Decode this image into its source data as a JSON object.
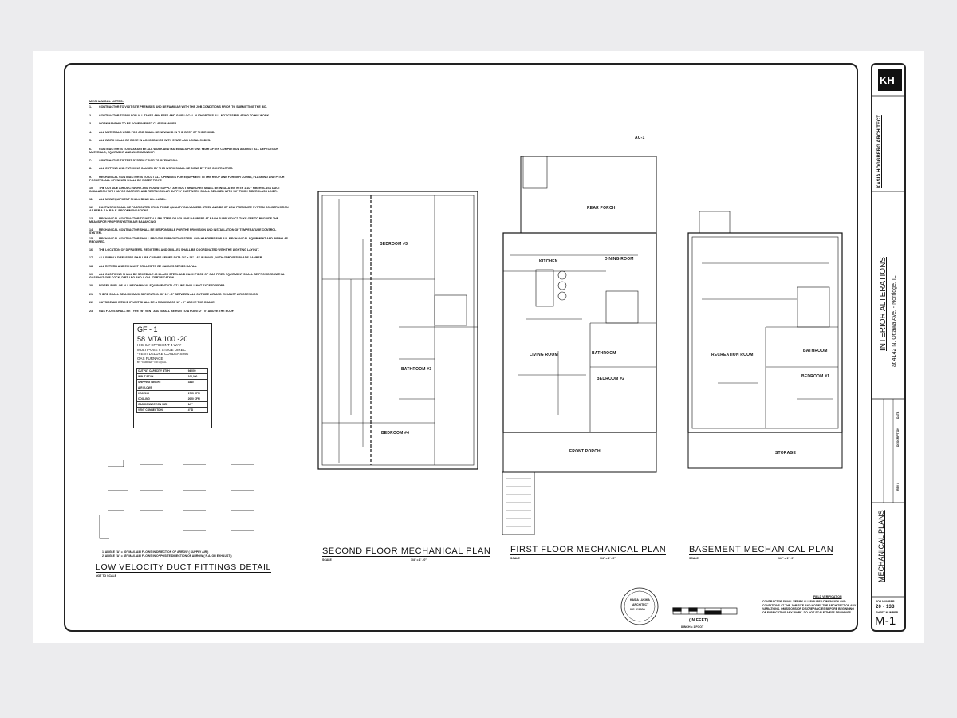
{
  "colors": {
    "ink": "#111111",
    "page": "#ffffff",
    "background": "#ececee"
  },
  "notes": {
    "title": "MECHANICAL NOTES:",
    "items": [
      "CONTRACTOR TO VISIT SITE PREMISES AND BE FAMILIAR WITH THE JOB CONDITIONS PRIOR TO SUBMITTING THE BID.",
      "CONTRACTOR TO PAY FOR ALL TAXES AND FEES AND GIVE LOCAL AUTHORITIES ALL NOTICES RELATING TO HIS WORK.",
      "WORKMANSHIP TO BE DONE IN FIRST CLASS MANNER.",
      "ALL MATERIALS USED FOR JOB SHALL BE NEW AND IN THE BEST OF THEIR KIND.",
      "ALL WORK SHALL BE DONE IN ACCORDANCE WITH STATE AND LOCAL CODES.",
      "CONTRACTOR IS TO GUARANTEE ALL WORK AND MATERIALS FOR ONE YEAR AFTER COMPLETION AGAINST ALL DEFECTS OF MATERIALS, EQUIPMENT AND WORKMANSHIP.",
      "CONTRACTOR TO TEST SYSTEM PRIOR TO OPERATION.",
      "ALL CUTTING AND PATCHING CAUSED BY THIS WORK SHALL BE DONE BY THIS CONTRACTOR.",
      "MECHANICAL CONTRACTOR IS TO CUT ALL OPENINGS FOR EQUIPMENT IN THE ROOF AND FURNISH CURBS, FLASHING AND PITCH POCKETS. ALL OPENINGS SHALL BE WATER TIGHT.",
      "THE OUTSIDE AIR DUCTWORK AND ROUND SUPPLY AIR DUCT BRANCHES SHALL BE INSULATED WITH 1 1/2\" FIBERGLASS DUCT INSULATION WITH VAPOR BARRIER, AND RECTANGULAR SUPPLY DUCTWORK SHALL BE LINED WITH 1/2\" THICK FIBERGLASS LINER.",
      "ALL NEW EQUIPMENT SHALL BEAR U.L. LABEL.",
      "DUCTWORK SHALL BE FABRICATED FROM PRIME QUALITY GALVANIZED STEEL AND BE OF LOW PRESSURE SYSTEM CONSTRUCTION AS PER A.S.H.R.A.E. RECOMMENDATIONS.",
      "MECHANICAL CONTRACTOR TO INSTALL SPLITTER OR VOLUME DAMPERS AT EACH SUPPLY DUCT TAKE-OFF TO PROVIDE THE MEANS FOR PROPER SYSTEM AIR BALANCING.",
      "MECHANICAL CONTRACTOR SHALL BE RESPONSIBLE FOR THE PROVISION AND INSTALLATION OF TEMPERATURE CONTROL SYSTEM.",
      "MECHANICAL CONTRACTOR SHALL PROVIDE SUPPORTING STEEL AND HANGERS FOR ALL MECHANICAL EQUIPMENT AND PIPING AS REQUIRED.",
      "THE LOCATION OF DIFFUSERS, REGISTERS AND GRILLES SHALL BE COORDINATED WITH THE LIGHTING LAYOUT.",
      "ALL SUPPLY DIFFUSERS SHALL BE CARNES SERIES SATA 24\" x 24\" LAY-IN PANEL, WITH OPPOSED BLADE DAMPER.",
      "ALL RETURN AND EXHAUST GRILLES TO BE CARNES SERIES RAPAA.",
      "ALL GAS PIPING SHALL BE SCHEDULE 40 BLACK STEEL AND EACH PIECE OF GAS FIRED EQUIPMENT SHALL BE PROVIDED WITH A GAS SHUT-OFF COCK, DIRT LEG AND A.G.A. CERTIFICATION.",
      "NOISE LEVEL OF ALL MECHANICAL EQUIPMENT AT LOT LINE SHALL NOT EXCEED 55DBA.",
      "THERE SHALL BE A MINIMUM SEPARATION OF 10' - 0\" BETWEEN ALL OUTSIDE AIR AND EXHAUST AIR OPENINGS.",
      "OUTSIDE AIR INTAKE IF UNIT SHALL BE A MINIMUM OF 10' - 0\" ABOVE THE GRADE.",
      "GAS FLUES SHALL BE TYPE \"B\" VENT AND SHALL BE RUN TO A POINT 2' - 0\" ABOVE THE ROOF."
    ]
  },
  "furnace": {
    "tag": "GF - 1",
    "model": "58 MTA 100 -20",
    "desc1": "HIGHLY-EFFICIENT 4 WAY",
    "desc2": "MULTIPOSE 2 STAGE DIRECT",
    "desc3": "-VENT DELUXE CONDENSING",
    "desc4": "GAS FURNACE",
    "desc5": "BY \"CARRIER\" OR EQUAL",
    "rows": [
      {
        "k": "OUTPUT CAPACITY BTUH",
        "v": "94,000"
      },
      {
        "k": "INPUT BTUH",
        "v": "100,000"
      },
      {
        "k": "SHIPPING WEIGHT",
        "v": "334#"
      },
      {
        "k": "AIR FLOWS",
        "v": ""
      },
      {
        "k": "HEATING",
        "v": "1795 CFM"
      },
      {
        "k": "COOLING",
        "v": "2020 CFM"
      },
      {
        "k": "GAS CONNECTION SIZE",
        "v": "1/2\""
      },
      {
        "k": "VENT CONNECTION",
        "v": "4\" D"
      }
    ]
  },
  "duct_detail": {
    "title": "LOW VELOCITY DUCT FITTINGS DETAIL",
    "scale": "NOT TO SCALE",
    "note1": "1. ANGLE \"A\" = 30\" MAX. AIR FLOWS IN DIRECTION OF ARROW ( SUPPLY AIR )",
    "note2": "2. ANGLE \"A\" = 45\" MAX. AIR FLOWS IN OPPOSITE DIRECTION OF ARROW ( R.A. OR EXHAUST )"
  },
  "plans": {
    "second": {
      "title": "SECOND FLOOR MECHANICAL PLAN",
      "scale_label": "SCALE",
      "scale": "1/4\" = 1' - 0\"",
      "rooms": [
        "BEDROOM #3",
        "BATHROOM #3",
        "BEDROOM #4"
      ]
    },
    "first": {
      "title": "FIRST FLOOR MECHANICAL PLAN",
      "scale_label": "SCALE",
      "scale": "1/4\" = 1' - 0\"",
      "rooms": [
        "REAR PORCH",
        "KITCHEN",
        "DINING ROOM",
        "LIVING ROOM",
        "BATHROOM",
        "BEDROOM #2",
        "FRONT PORCH"
      ],
      "unit_tag": "AC-1"
    },
    "basement": {
      "title": "BASEMENT MECHANICAL PLAN",
      "scale_label": "SCALE",
      "scale": "1/4\" = 1' - 0\"",
      "rooms": [
        "RECREATION ROOM",
        "BATHROOM",
        "BEDROOM #1",
        "STORAGE"
      ]
    }
  },
  "seal": {
    "line1": "KASIA LUCIKA",
    "line2": "ARCHITECT",
    "line3": "001-019000"
  },
  "scalebar": {
    "label": "(IN FEET)",
    "ratio": "8 INCH = 1 FOOT"
  },
  "field_note": {
    "title": "FIELD VERIFICATION",
    "text": "CONTRACTOR SHALL VERIFY ALL FIGURED DIMENSION AND CONDITIONS AT THE JOB SITE AND NOTIFY THE ARCHITECT OF ANY VARIATIONS, OMISSIONS OR DISCREPANCIES BEFORE BEGINNING OF FABRICATING ANY WORK. DO NOT SCALE THESE DRAWINGS."
  },
  "title_block": {
    "firm": "KASIA HOGGBERG ARCHITECT",
    "project": "INTERIOR ALTERATIONS",
    "address": "at 4142 N. Ottawa Ave. - Norridge, IL",
    "sheet_title": "MECHANICAL PLANS",
    "job_number_label": "JOB NUMBER",
    "job_number": "20 - 133",
    "sheet_number_label": "SHEET NUMBER",
    "sheet_number": "M-1",
    "rev_headers": [
      "DATE",
      "DESCRIPTION",
      "REV #"
    ]
  }
}
